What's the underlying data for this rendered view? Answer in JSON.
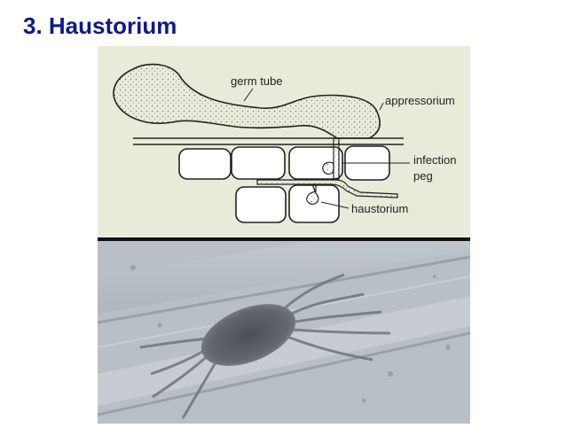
{
  "slide": {
    "title": "3. Haustorium"
  },
  "diagram": {
    "labels": {
      "germ_tube": "germ tube",
      "appressorium": "appressorium",
      "infection": "infection",
      "peg": "peg",
      "haustorium": "haustorium"
    }
  },
  "colors": {
    "diagram_background": "#e6ecd9",
    "ink": "#222222",
    "micrograph_background": "#b8bfc6",
    "title_text": "#0d1a8c"
  }
}
